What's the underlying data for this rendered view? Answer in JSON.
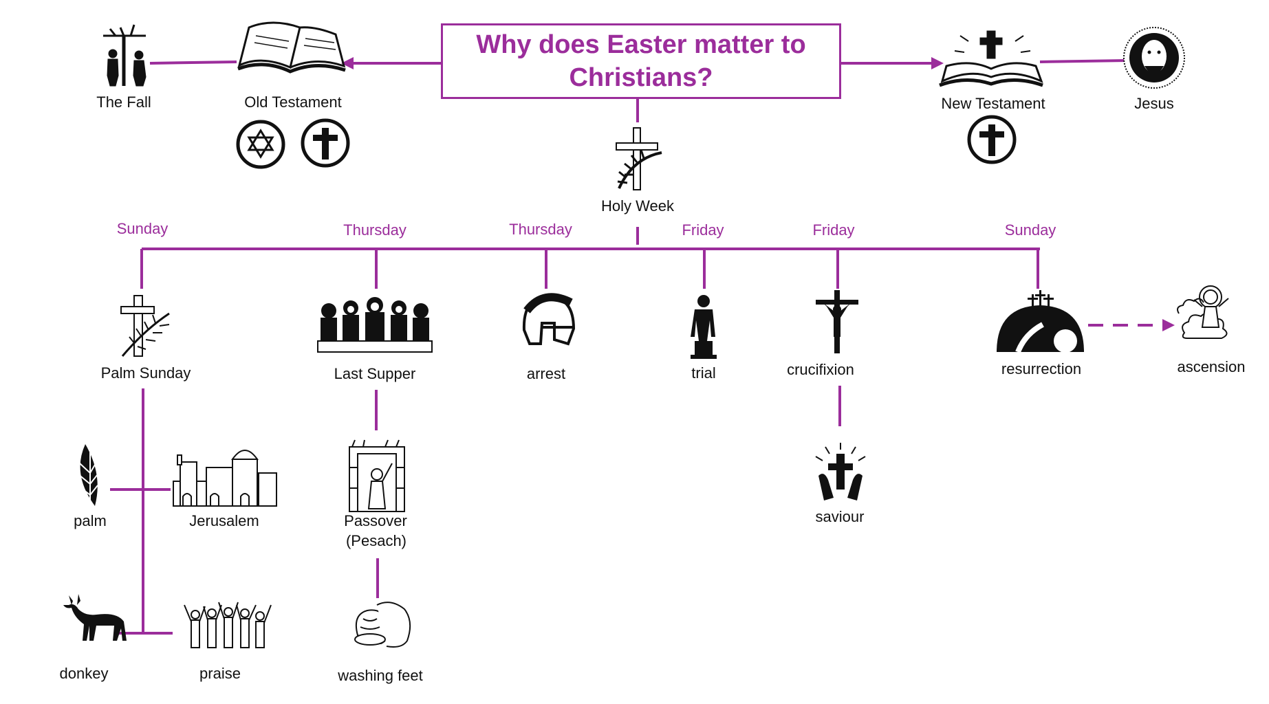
{
  "title": "Why does Easter matter to Christians?",
  "colors": {
    "accent": "#9b2d9b",
    "icon": "#111111",
    "background": "#ffffff"
  },
  "top": {
    "the_fall": "The Fall",
    "old_testament": "Old Testament",
    "new_testament": "New Testament",
    "jesus": "Jesus",
    "holy_week": "Holy Week"
  },
  "days": {
    "palm_sunday": "Sunday",
    "last_supper": "Thursday",
    "arrest": "Thursday",
    "trial": "Friday",
    "crucifixion": "Friday",
    "resurrection": "Sunday"
  },
  "events": {
    "palm_sunday": "Palm Sunday",
    "last_supper": "Last Supper",
    "arrest": "arrest",
    "trial": "trial",
    "crucifixion": "crucifixion",
    "resurrection": "resurrection",
    "ascension": "ascension"
  },
  "sub": {
    "palm": "palm",
    "jerusalem": "Jerusalem",
    "donkey": "donkey",
    "praise": "praise",
    "passover_line1": "Passover",
    "passover_line2": "(Pesach)",
    "washing_feet": "washing feet",
    "saviour": "saviour"
  },
  "icons": {
    "the_fall": "adam-eve-tree-icon",
    "old_testament": "open-book-icon",
    "star_of_david": "star-of-david-icon",
    "cross_ot": "cross-circle-icon",
    "new_testament": "bible-cross-icon",
    "cross_nt": "cross-circle-icon",
    "jesus": "jesus-portrait-icon",
    "holy_week": "cross-palm-icon",
    "palm_sunday": "cross-palm-icon",
    "last_supper": "last-supper-icon",
    "arrest": "roman-helmet-icon",
    "trial": "roman-statue-icon",
    "crucifixion": "crucifix-icon",
    "resurrection": "empty-tomb-icon",
    "ascension": "ascension-icon",
    "palm": "palm-leaf-icon",
    "jerusalem": "jerusalem-city-icon",
    "donkey": "donkey-icon",
    "praise": "crowd-praise-icon",
    "passover": "passover-door-icon",
    "washing_feet": "washing-feet-icon",
    "saviour": "hands-cross-icon"
  }
}
